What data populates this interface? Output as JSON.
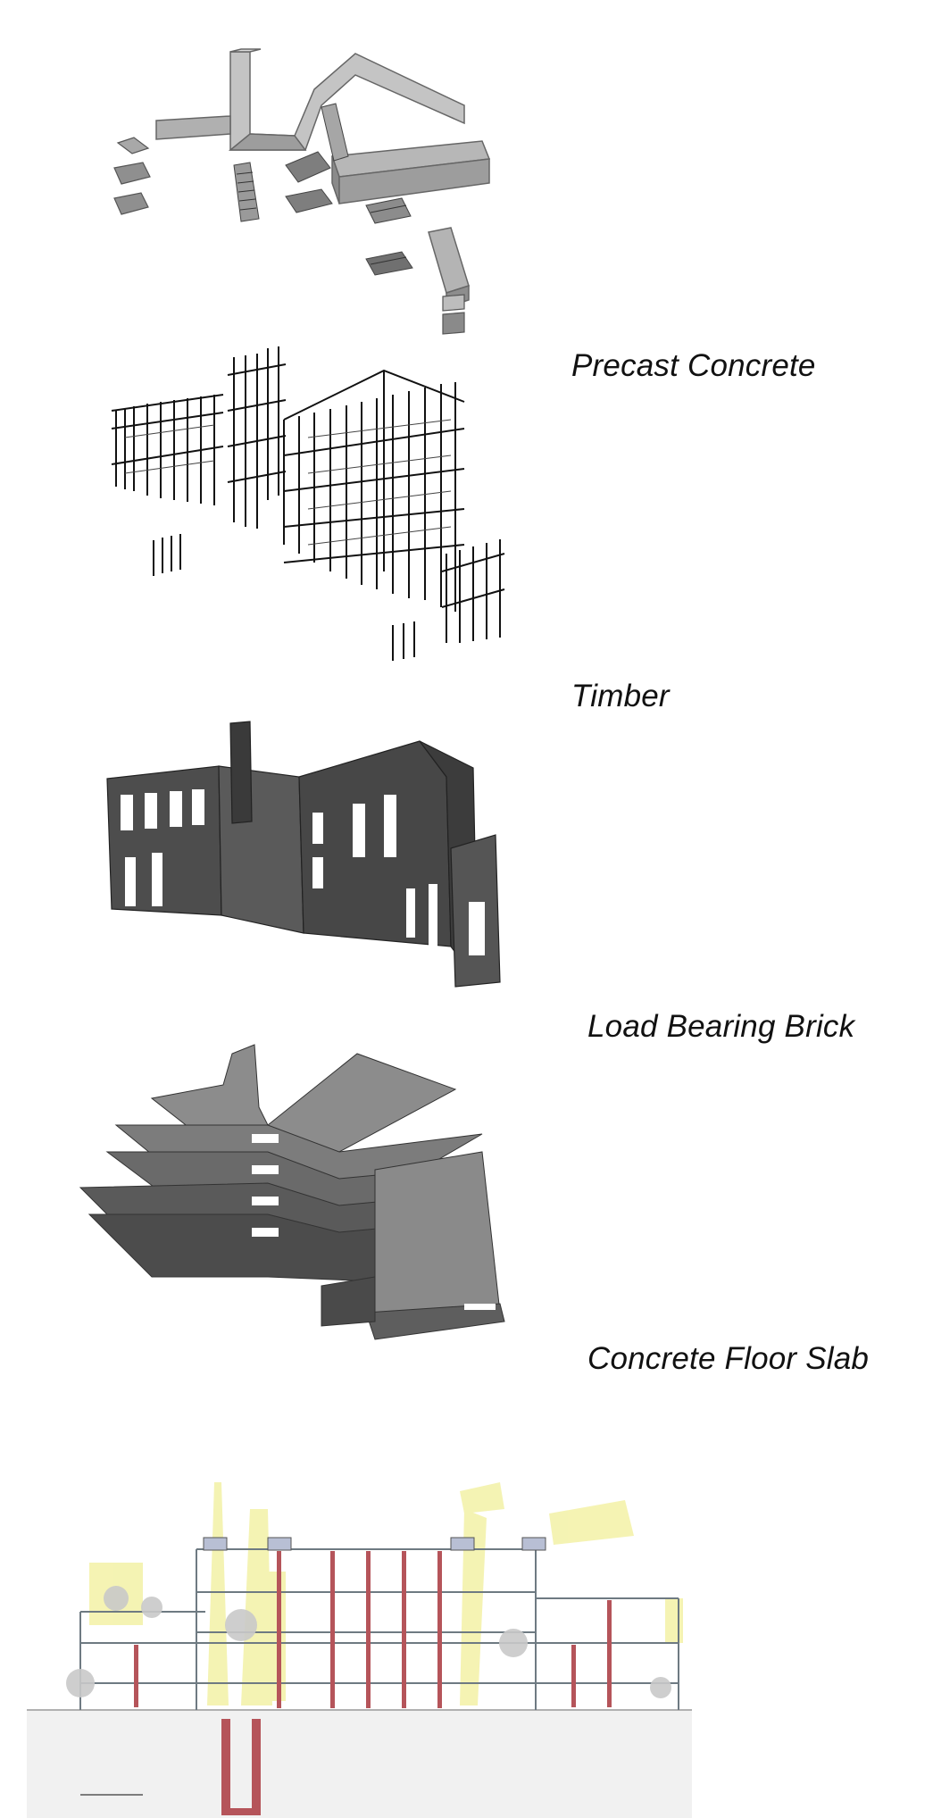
{
  "layers": [
    {
      "label": "Precast Concrete",
      "icon": "precast-concrete-axonometric"
    },
    {
      "label": "Timber",
      "icon": "timber-frame-axonometric"
    },
    {
      "label": "Load Bearing Brick",
      "icon": "brick-walls-axonometric"
    },
    {
      "label": "Concrete Floor Slab",
      "icon": "floor-slab-axonometric"
    }
  ],
  "section": {
    "icon": "building-section-drawing"
  },
  "colors": {
    "concrete_light": "#b9b9b9",
    "concrete_dark": "#8a8a8a",
    "brick": "#4a4a4a",
    "slab": "#858585",
    "section_red": "#b5545a",
    "section_yellow": "#f1ef9a"
  }
}
